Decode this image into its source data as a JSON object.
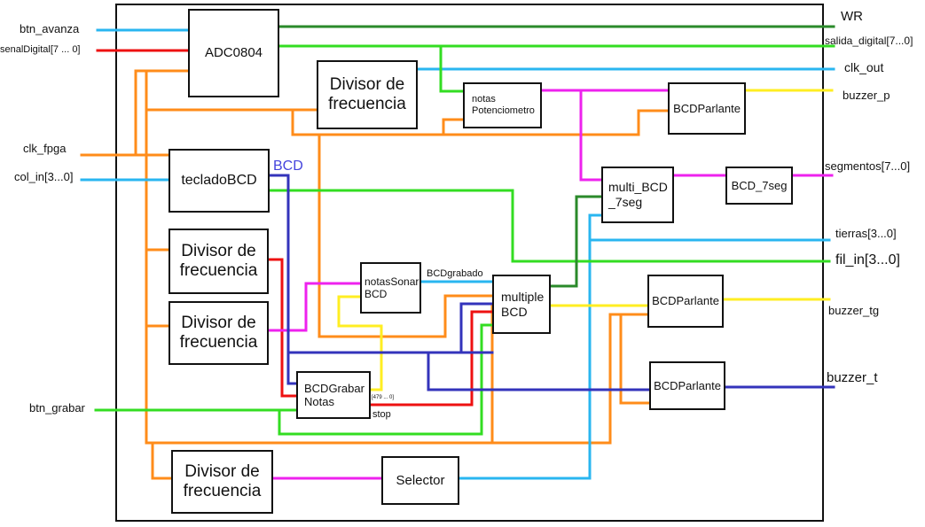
{
  "blocks": {
    "adc": "ADC0804",
    "div_top": "Divisor de\nfrecuencia",
    "notas_pot": "notas\nPotenciometro",
    "bcd_parlante_top": "BCDParlante",
    "teclado": "tecladoBCD",
    "multi_bcd": "multi_BCD\n_7seg",
    "bcd_7seg": "BCD_7seg",
    "div_left1": "Divisor de\nfrecuencia",
    "div_left2": "Divisor de\nfrecuencia",
    "notas_sonar": "notasSonar\nBCD",
    "multiple": "multiple\nBCD",
    "bcd_parlante_mid": "BCDParlante",
    "bcd_grabar": "BCDGrabar\nNotas",
    "bcd_parlante_bot": "BCDParlante",
    "div_bottom": "Divisor de\nfrecuencia",
    "selector": "Selector"
  },
  "inputs": {
    "btn_avanza": "btn_avanza",
    "senal_digital": "senalDigital[7 ... 0]",
    "clk_fpga": "clk_fpga",
    "col_in": "col_in[3...0]",
    "btn_grabar": "btn_grabar"
  },
  "outputs": {
    "wr": "WR",
    "salida_digital": "salida_digital[7...0]",
    "clk_out": "clk_out",
    "buzzer_p": "buzzer_p",
    "segmentos": "segmentos[7...0]",
    "tierras": "tierras[3...0]",
    "fil_in": "fil_in[3...0]",
    "buzzer_tg": "buzzer_tg",
    "buzzer_t": "buzzer_t"
  },
  "signals": {
    "bcd": "BCD",
    "bcd_grabado": "BCDgrabado",
    "range": "[479 ... 0]",
    "stop": "stop"
  },
  "colors": {
    "orange": "#ff8c1a",
    "cyan": "#29b6f0",
    "red": "#ee1111",
    "green": "#33dd22",
    "dark_green": "#2a8a2a",
    "magenta": "#ee22ee",
    "yellow": "#ffee22",
    "blue": "#3333bb",
    "bcd_label": "#4444dd"
  }
}
